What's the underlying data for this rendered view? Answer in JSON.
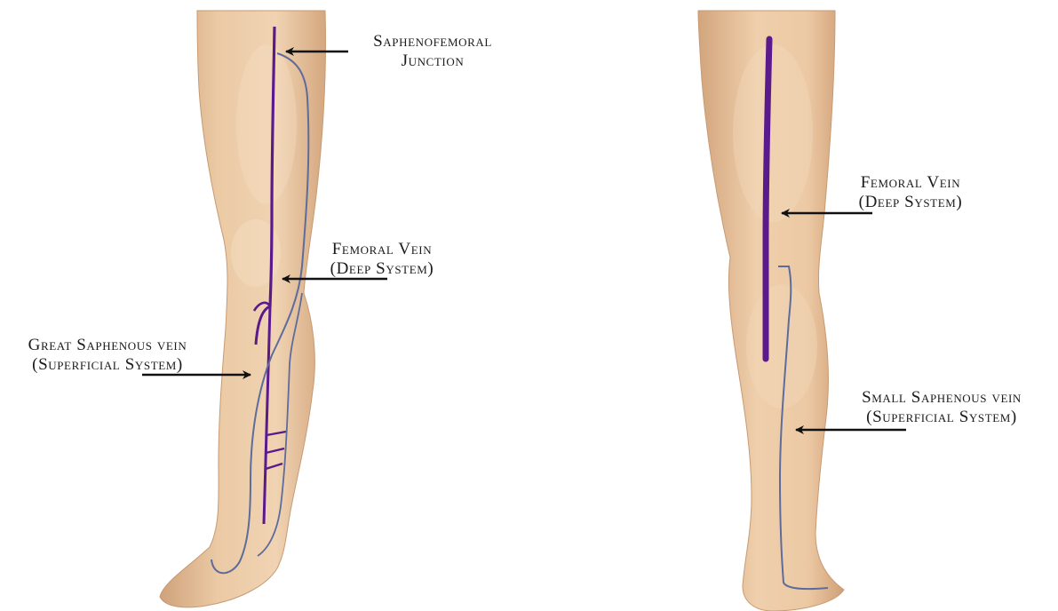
{
  "labels": {
    "saphenofemoral_junction": [
      "Saphenofemoral",
      "Junction"
    ],
    "femoral_vein_front": [
      "Femoral Vein",
      "(Deep System)"
    ],
    "great_saphenous_vein": [
      "Great Saphenous vein",
      "(Superficial System)"
    ],
    "femoral_vein_back": [
      "Femoral Vein",
      "(Deep System)"
    ],
    "small_saphenous_vein": [
      "Small Saphenous vein",
      "(Superficial System)"
    ]
  },
  "colors": {
    "skin": "#e9c9a4",
    "skin_shadow": "#d6ab82",
    "skin_highlight": "#f3dcc0",
    "deep_vein": "#5b1a8c",
    "superficial_vein": "#5d6c9c",
    "arrow": "#111111"
  }
}
